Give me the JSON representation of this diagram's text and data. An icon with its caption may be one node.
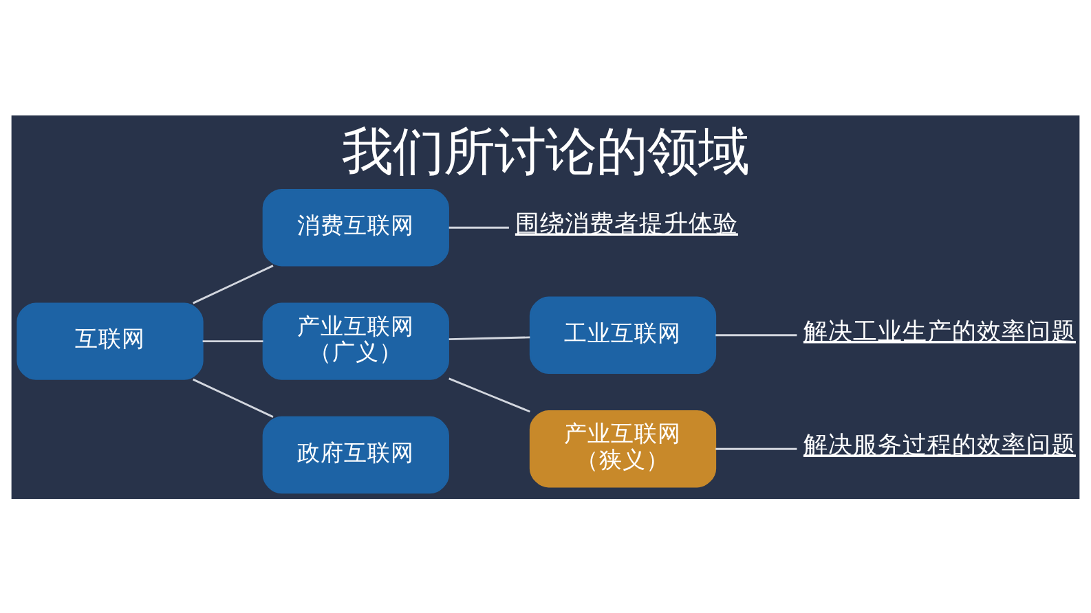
{
  "diagram": {
    "title": "我们所讨论的领域",
    "nodes": [
      {
        "text": [
          "互联网"
        ]
      },
      {
        "text": [
          "消费互联网"
        ]
      },
      {
        "text": [
          "产业互联网（广义）"
        ]
      },
      {
        "text": [
          "政府互联网"
        ]
      },
      {
        "text": [
          "工业互联网"
        ]
      },
      {
        "text": [
          "产业互联网（狭义）"
        ]
      },
      {
        "text": [
          "围绕消费者提升体验"
        ]
      },
      {
        "text": [
          "解决工业生产的效率问题"
        ]
      },
      {
        "text": [
          "解决服务过程的效率问题"
        ]
      }
    ],
    "edges": [
      {
        "from": 0,
        "to": 1,
        "arrow": "none"
      },
      {
        "from": 0,
        "to": 2,
        "arrow": "none"
      },
      {
        "from": 0,
        "to": 3,
        "arrow": "none"
      },
      {
        "from": 1,
        "to": 6,
        "arrow": "none"
      },
      {
        "from": 2,
        "to": 4,
        "arrow": "none"
      },
      {
        "from": 2,
        "to": 5,
        "arrow": "none"
      },
      {
        "from": 4,
        "to": 7,
        "arrow": "none"
      },
      {
        "from": 5,
        "to": 8,
        "arrow": "none"
      }
    ]
  }
}
